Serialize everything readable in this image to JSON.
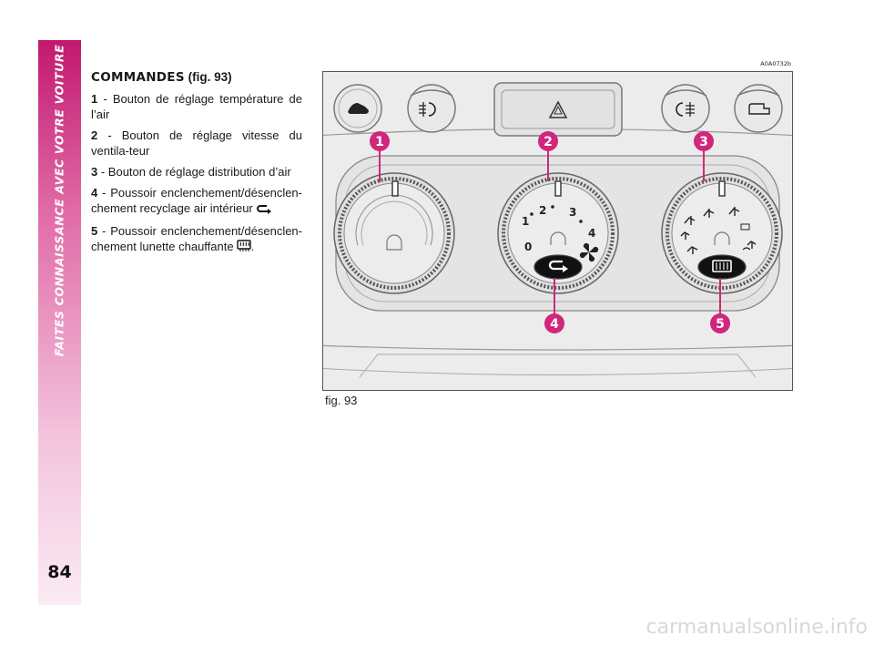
{
  "side_band": {
    "title": "FAITES CONNAISSANCE AVEC VOTRE VOITURE",
    "page_number": "84",
    "accent_color": "#d0267c"
  },
  "section": {
    "heading_main": "COMMANDES",
    "heading_open": " (",
    "heading_ref": "fig. 93",
    "heading_close": ")"
  },
  "items": [
    {
      "num": "1",
      "text": " - Bouton de réglage température de l’air"
    },
    {
      "num": "2",
      "text": " - Bouton de réglage vitesse du ventila-teur"
    },
    {
      "num": "3",
      "text": " - Bouton de réglage distribution d’air"
    },
    {
      "num": "4",
      "text": " - Poussoir enclenchement/désenclen-chement recyclage air intérieur",
      "icon": "recirculation-icon"
    },
    {
      "num": "5",
      "text": " - Poussoir enclenchement/désenclen-chement lunette chauffante",
      "icon": "rear-defrost-icon",
      "suffix": "."
    }
  ],
  "figure": {
    "code": "A0A0732b",
    "caption": "fig. 93",
    "callouts": [
      "1",
      "2",
      "3",
      "4",
      "5"
    ],
    "fan_scale": [
      "0",
      "1",
      "2",
      "3",
      "4"
    ],
    "callout_color": "#d0267c"
  },
  "watermark": "carmanualsonline.info"
}
